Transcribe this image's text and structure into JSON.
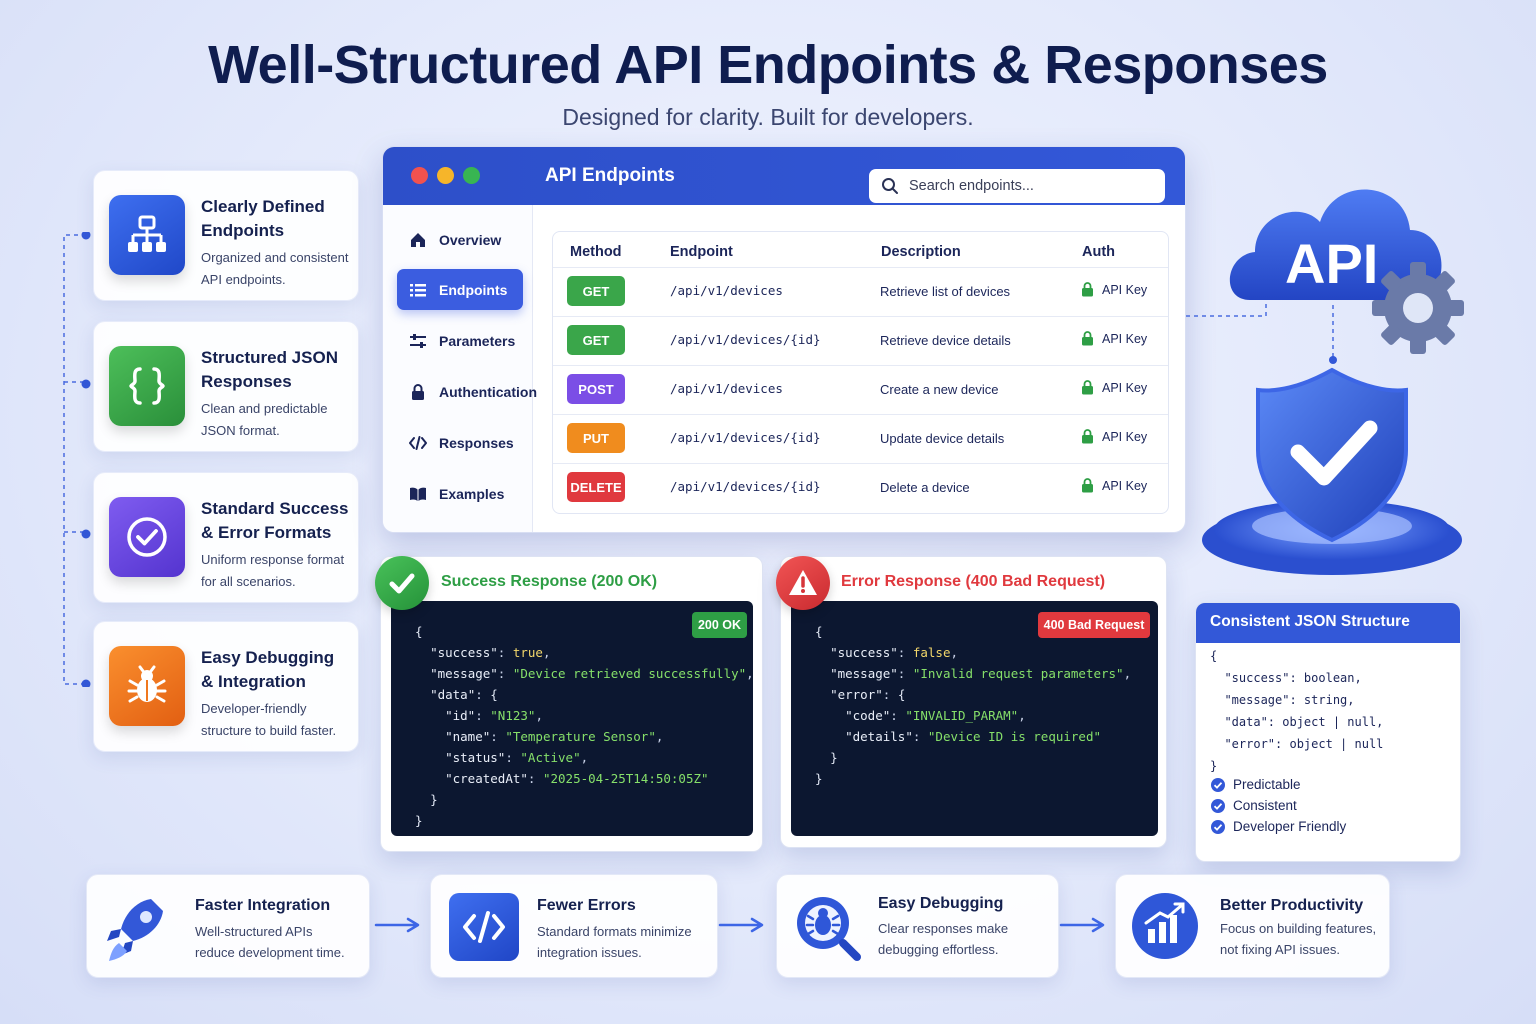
{
  "header": {
    "title": "Well-Structured API Endpoints & Responses",
    "subtitle": "Designed for clarity. Built for developers."
  },
  "features": [
    {
      "title": "Clearly Defined Endpoints",
      "desc": "Organized and consistent API endpoints.",
      "icon": "hierarchy-icon",
      "color": "#2f5fe0"
    },
    {
      "title": "Structured JSON Responses",
      "desc": "Clean and predictable JSON format.",
      "icon": "braces-icon",
      "color": "#3aa64a"
    },
    {
      "title": "Standard Success & Error Formats",
      "desc": "Uniform response format for all scenarios.",
      "icon": "check-circle-icon",
      "color": "#6b4ee6"
    },
    {
      "title": "Easy Debugging & Integration",
      "desc": "Developer-friendly structure to build faster.",
      "icon": "bug-icon",
      "color": "#f0781e"
    }
  ],
  "window": {
    "title": "API Endpoints",
    "search_placeholder": "Search endpoints...",
    "nav": [
      {
        "label": "Overview",
        "icon": "home-icon"
      },
      {
        "label": "Endpoints",
        "icon": "list-icon",
        "active": true
      },
      {
        "label": "Parameters",
        "icon": "sliders-icon"
      },
      {
        "label": "Authentication",
        "icon": "lock-icon"
      },
      {
        "label": "Responses",
        "icon": "code-icon"
      },
      {
        "label": "Examples",
        "icon": "book-icon"
      }
    ],
    "columns": [
      "Method",
      "Endpoint",
      "Description",
      "Auth"
    ],
    "rows": [
      {
        "method": "GET",
        "endpoint": "/api/v1/devices",
        "description": "Retrieve list of devices",
        "auth": "API Key",
        "color": "#3aa64a"
      },
      {
        "method": "GET",
        "endpoint": "/api/v1/devices/{id}",
        "description": "Retrieve device details",
        "auth": "API Key",
        "color": "#3aa64a"
      },
      {
        "method": "POST",
        "endpoint": "/api/v1/devices",
        "description": "Create a new device",
        "auth": "API Key",
        "color": "#7b4ee6"
      },
      {
        "method": "PUT",
        "endpoint": "/api/v1/devices/{id}",
        "description": "Update device details",
        "auth": "API Key",
        "color": "#f08c1e"
      },
      {
        "method": "DELETE",
        "endpoint": "/api/v1/devices/{id}",
        "description": "Delete a device",
        "auth": "API Key",
        "color": "#e0393e"
      }
    ]
  },
  "success": {
    "title": "Success Response (200 OK)",
    "badge": "200 OK",
    "lines": {
      "open": "{",
      "k_success": "\"success\"",
      "v_success": "true",
      "k_message": "\"message\"",
      "v_message": "\"Device retrieved successfully\"",
      "k_data": "\"data\"",
      "open_data": "{",
      "k_id": "\"id\"",
      "v_id": "\"N123\"",
      "k_name": "\"name\"",
      "v_name": "\"Temperature Sensor\"",
      "k_status": "\"status\"",
      "v_status": "\"Active\"",
      "k_created": "\"createdAt\"",
      "v_created": "\"2025-04-25T14:50:05Z\"",
      "close_data": "}",
      "close": "}"
    }
  },
  "error": {
    "title": "Error Response (400 Bad Request)",
    "badge": "400 Bad Request",
    "lines": {
      "open": "{",
      "k_success": "\"success\"",
      "v_success": "false",
      "k_message": "\"message\"",
      "v_message": "\"Invalid request parameters\"",
      "k_error": "\"error\"",
      "open_error": "{",
      "k_code": "\"code\"",
      "v_code": "\"INVALID_PARAM\"",
      "k_details": "\"details\"",
      "v_details": "\"Device ID is required\"",
      "close_error": "}",
      "close": "}"
    }
  },
  "api_badge": {
    "label": "API"
  },
  "json_card": {
    "title": "Consistent JSON Structure",
    "code": "{\n  \"success\": boolean,\n  \"message\": string,\n  \"data\": object | null,\n  \"error\": object | null\n}",
    "checks": [
      "Predictable",
      "Consistent",
      "Developer Friendly"
    ]
  },
  "benefits": [
    {
      "title": "Faster Integration",
      "desc1": "Well-structured APIs",
      "desc2": "reduce development time.",
      "icon": "rocket-icon"
    },
    {
      "title": "Fewer Errors",
      "desc1": "Standard formats minimize",
      "desc2": "integration issues.",
      "icon": "code-icon"
    },
    {
      "title": "Easy Debugging",
      "desc1": "Clear responses make",
      "desc2": "debugging effortless.",
      "icon": "bug-search-icon"
    },
    {
      "title": "Better Productivity",
      "desc1": "Focus on building features,",
      "desc2": "not fixing API issues.",
      "icon": "chart-icon"
    }
  ],
  "colors": {
    "primary": "#3358d8",
    "success": "#2e9e45",
    "error": "#e0393e",
    "code_bg": "#0c1730"
  }
}
